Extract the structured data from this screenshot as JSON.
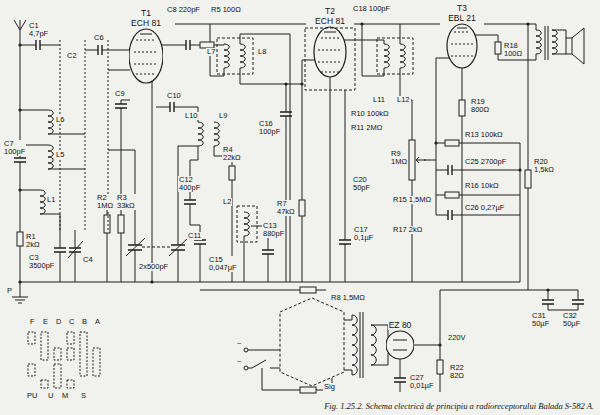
{
  "diagram": {
    "caption": "Fig. 1.25.2. Schema electrică de principiu a radioreceptorului Balada S-582 A.",
    "nodes": [
      {
        "text": [
          "T1",
          "ECH 81"
        ]
      },
      {
        "text": [
          "T2",
          "ECH 81"
        ]
      },
      {
        "text": [
          "T3",
          "EBL 21"
        ]
      },
      {
        "text": [
          "EZ 80"
        ]
      }
    ],
    "labels": [
      "C1 4,7pF",
      "C2",
      "C6",
      "C7 100pF",
      "L6",
      "L5",
      "L1",
      "R1 2kΩ",
      "C3 3500pF",
      "C4",
      "R2 1MΩ",
      "R3 33kΩ",
      "2x500pF",
      "C11",
      "C15 0,047µF",
      "C8 220pF",
      "R5 100Ω",
      "C9",
      "C10",
      "L7",
      "L8",
      "L10",
      "L9",
      "R4 22kΩ",
      "C12 400pF",
      "L2",
      "C13 880pF",
      "C16 100pF",
      "R7 47kΩ",
      "C17 0,1µF",
      "R8 1,5MΩ",
      "C18 100pF",
      "L11",
      "L12",
      "R10 100kΩ",
      "R11 2MΩ",
      "R9 1MΩ",
      "C20 50pF",
      "R15 1,5MΩ",
      "R17 2kΩ",
      "R13 100kΩ",
      "C25 2700pF",
      "R16 10kΩ",
      "C26 0,27µF",
      "R18 100Ω",
      "R19 800Ω",
      "R20 1,5kΩ",
      "C31 50µF",
      "C32 50µF",
      "R22 82Ω",
      "C27 0,01µF",
      "220V",
      "Sig",
      "~",
      "~",
      "P",
      "F",
      "E",
      "D",
      "C",
      "B",
      "A",
      "PU",
      "U",
      "M",
      "S"
    ]
  }
}
